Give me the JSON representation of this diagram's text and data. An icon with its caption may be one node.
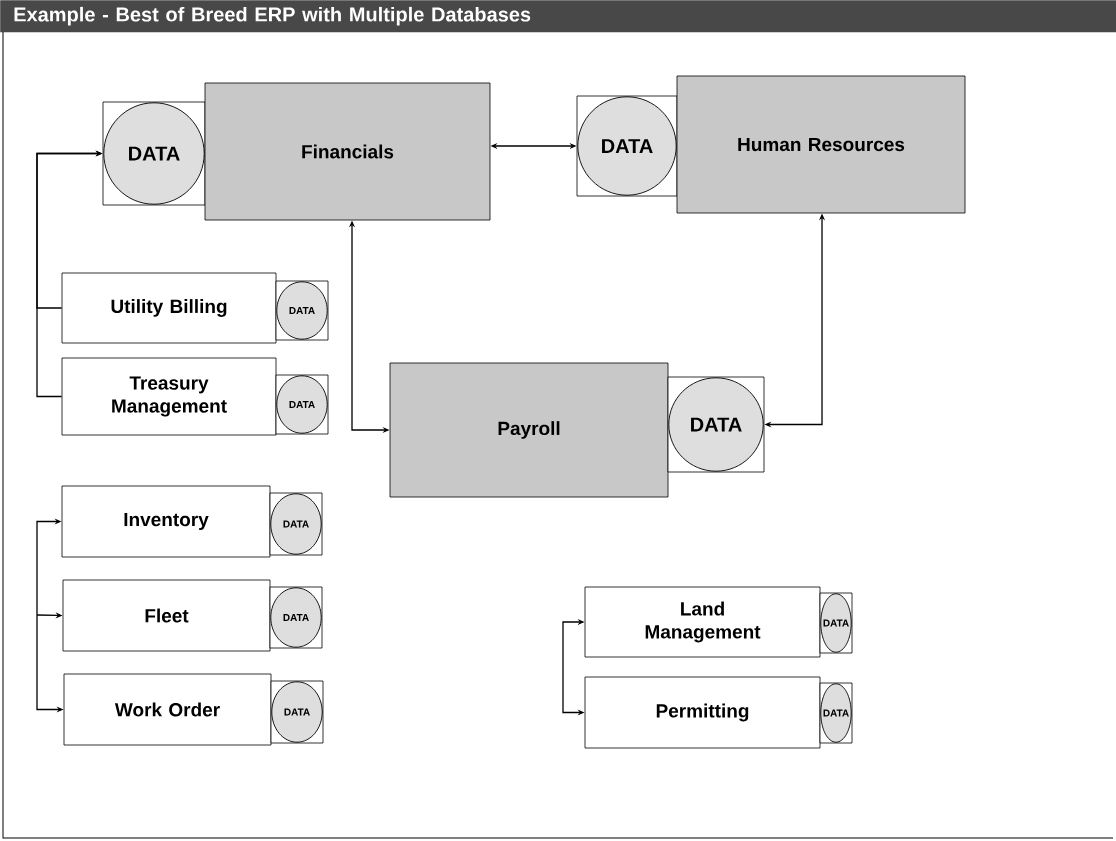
{
  "diagram": {
    "title": "Example - Best of Breed ERP with Multiple Databases",
    "nodes": [
      {
        "text": [
          "DATA"
        ]
      },
      {
        "text": [
          "Financials"
        ]
      },
      {
        "text": [
          "DATA"
        ]
      },
      {
        "text": [
          "Human Resources"
        ]
      },
      {
        "text": [
          "Utility Billing"
        ]
      },
      {
        "text": [
          "DATA"
        ]
      },
      {
        "text": [
          "Treasury Management"
        ]
      },
      {
        "text": [
          "DATA"
        ]
      },
      {
        "text": [
          "Payroll"
        ]
      },
      {
        "text": [
          "DATA"
        ]
      },
      {
        "text": [
          "Inventory"
        ]
      },
      {
        "text": [
          "DATA"
        ]
      },
      {
        "text": [
          "Fleet"
        ]
      },
      {
        "text": [
          "DATA"
        ]
      },
      {
        "text": [
          "Work Order"
        ]
      },
      {
        "text": [
          "DATA"
        ]
      },
      {
        "text": [
          "Land Management"
        ]
      },
      {
        "text": [
          "DATA"
        ]
      },
      {
        "text": [
          "Permitting"
        ]
      },
      {
        "text": [
          "DATA"
        ]
      }
    ],
    "edges": [
      {
        "from": 4,
        "to": 0,
        "arrow": "to"
      },
      {
        "from": 6,
        "to": 0,
        "arrow": "to"
      },
      {
        "from": 1,
        "to": 2,
        "arrow": "both"
      },
      {
        "from": 1,
        "to": 8,
        "arrow": "both"
      },
      {
        "from": 3,
        "to": 9,
        "arrow": "both"
      },
      {
        "from": null,
        "to": 10,
        "arrow": "to"
      },
      {
        "from": null,
        "to": 12,
        "arrow": "to"
      },
      {
        "from": null,
        "to": 14,
        "arrow": "to"
      },
      {
        "from": 16,
        "to": 18,
        "arrow": "both"
      }
    ]
  }
}
